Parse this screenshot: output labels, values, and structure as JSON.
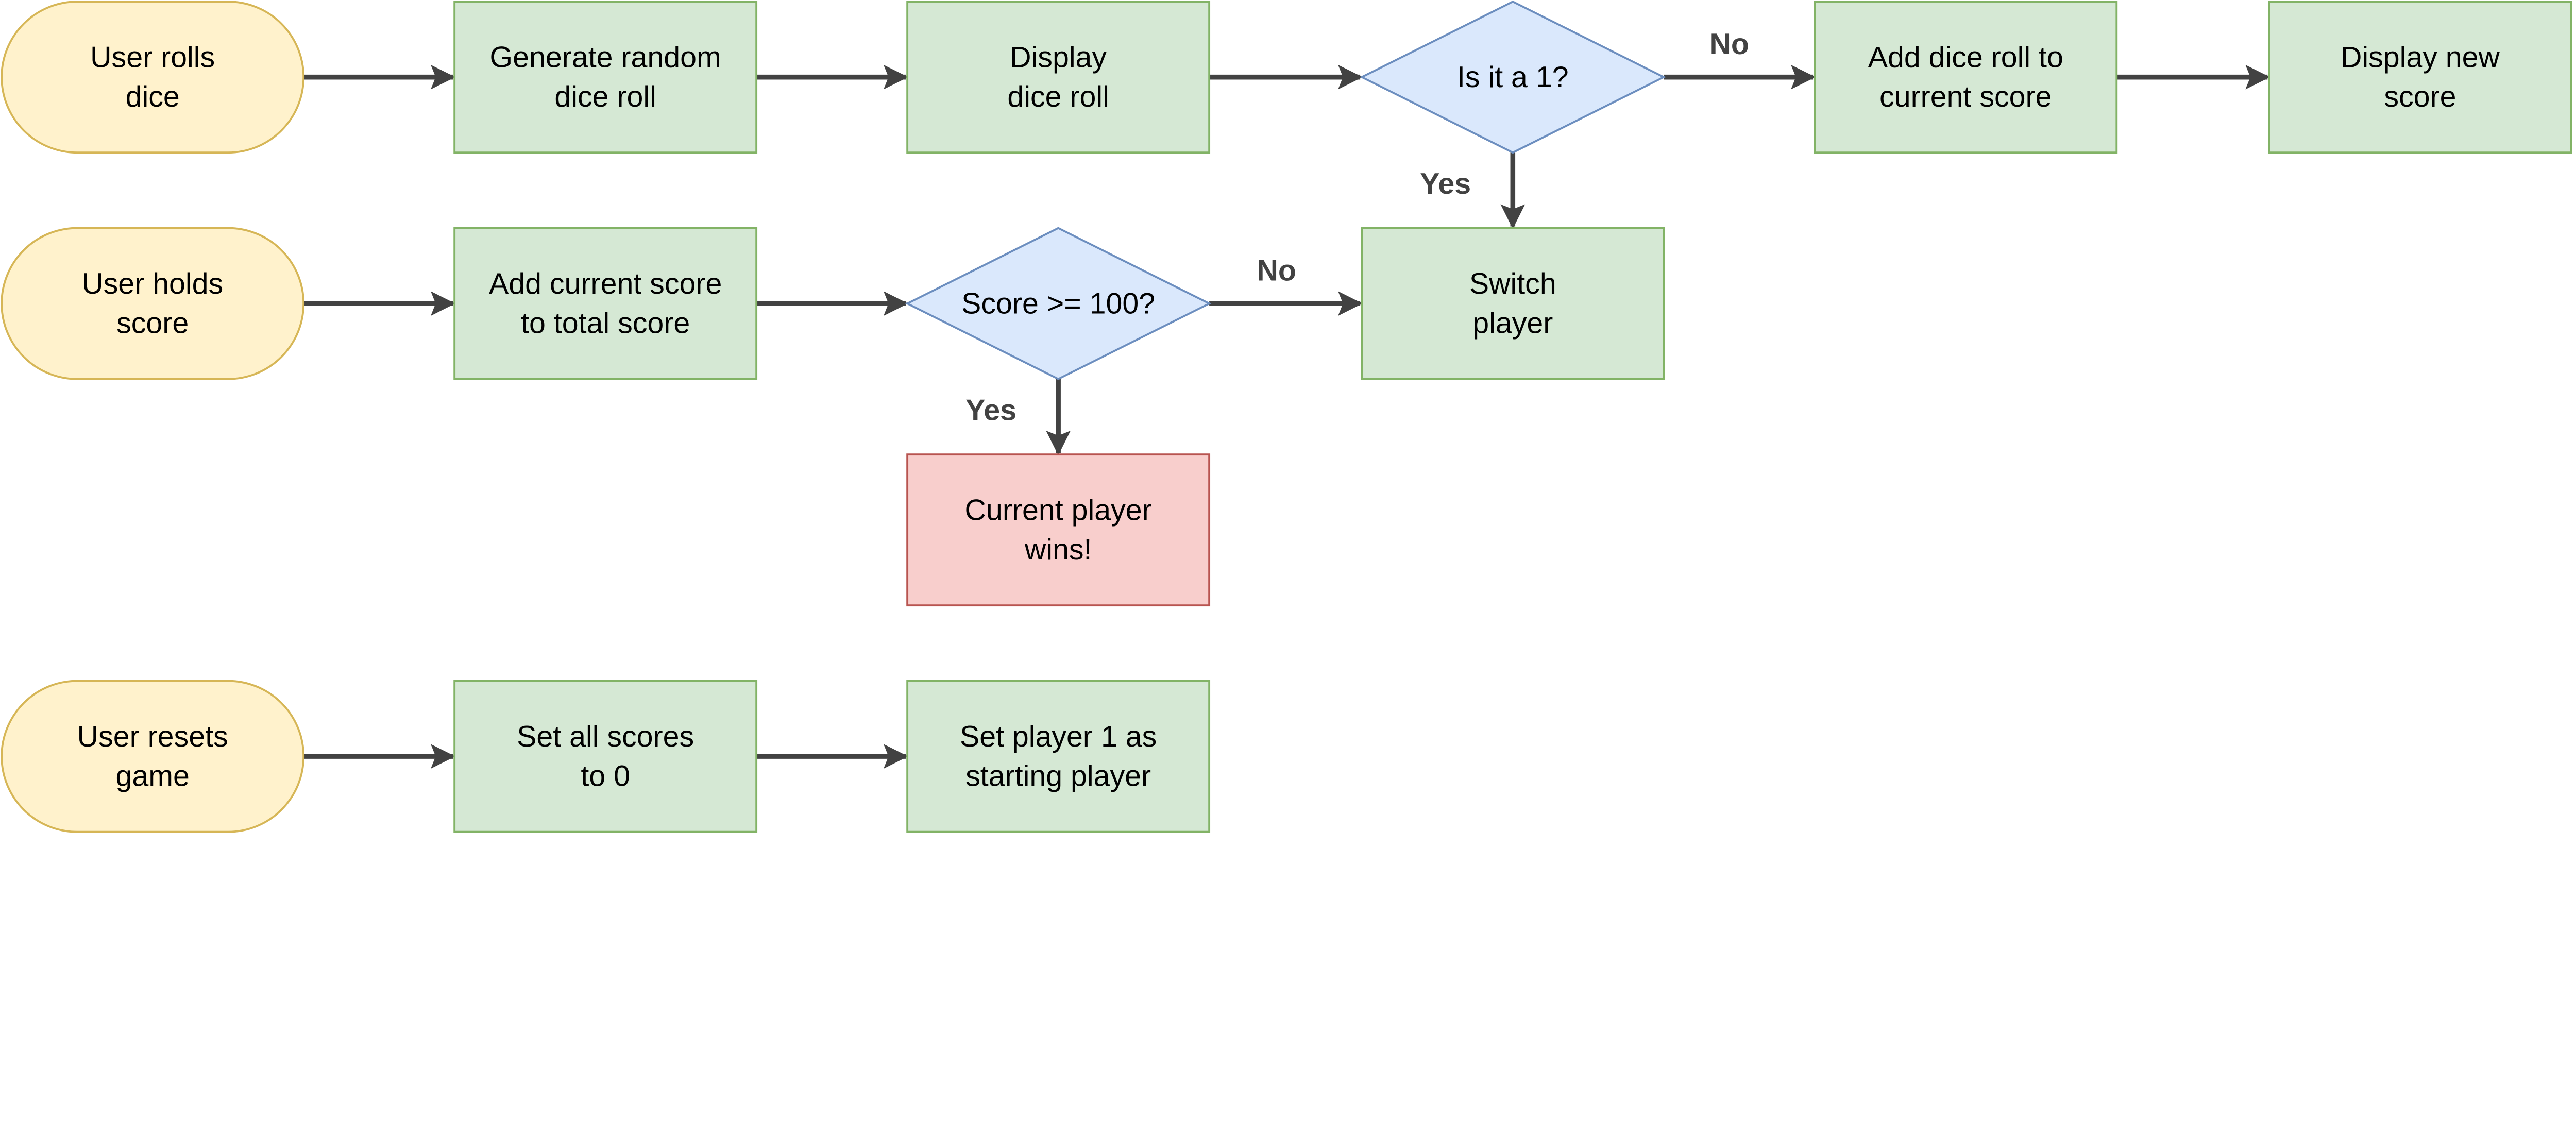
{
  "colors": {
    "terminator_fill": "#fff2cc",
    "terminator_stroke": "#d6b656",
    "process_fill": "#d5e8d4",
    "process_stroke": "#82b366",
    "decision_fill": "#dae8fc",
    "decision_stroke": "#6c8ebf",
    "end_fill": "#f8cecc",
    "end_stroke": "#b85450",
    "arrow": "#424242"
  },
  "nodes": [
    {
      "id": "roll",
      "shape": "terminator",
      "lines": [
        "User rolls",
        "dice"
      ]
    },
    {
      "id": "gen",
      "shape": "process",
      "lines": [
        "Generate random",
        "dice roll"
      ]
    },
    {
      "id": "display",
      "shape": "process",
      "lines": [
        "Display",
        "dice roll"
      ]
    },
    {
      "id": "is1",
      "shape": "decision",
      "lines": [
        "Is it a 1?"
      ]
    },
    {
      "id": "add",
      "shape": "process",
      "lines": [
        "Add dice roll to",
        "current score"
      ]
    },
    {
      "id": "shownew",
      "shape": "process",
      "lines": [
        "Display new",
        "score"
      ]
    },
    {
      "id": "hold",
      "shape": "terminator",
      "lines": [
        "User holds",
        "score"
      ]
    },
    {
      "id": "addtotal",
      "shape": "process",
      "lines": [
        "Add current score",
        "to total score"
      ]
    },
    {
      "id": "ge100",
      "shape": "decision",
      "lines": [
        "Score >= 100?"
      ]
    },
    {
      "id": "switch",
      "shape": "process",
      "lines": [
        "Switch",
        "player"
      ]
    },
    {
      "id": "wins",
      "shape": "end",
      "lines": [
        "Current player",
        "wins!"
      ]
    },
    {
      "id": "reset",
      "shape": "terminator",
      "lines": [
        "User resets",
        "game"
      ]
    },
    {
      "id": "setzero",
      "shape": "process",
      "lines": [
        "Set all scores",
        "to 0"
      ]
    },
    {
      "id": "setp1",
      "shape": "process",
      "lines": [
        "Set player 1 as",
        "starting player"
      ]
    }
  ],
  "edges": [
    {
      "from": "roll",
      "to": "gen",
      "label": ""
    },
    {
      "from": "gen",
      "to": "display",
      "label": ""
    },
    {
      "from": "display",
      "to": "is1",
      "label": ""
    },
    {
      "from": "is1",
      "to": "add",
      "label": "No"
    },
    {
      "from": "add",
      "to": "shownew",
      "label": ""
    },
    {
      "from": "is1",
      "to": "switch",
      "label": "Yes"
    },
    {
      "from": "hold",
      "to": "addtotal",
      "label": ""
    },
    {
      "from": "addtotal",
      "to": "ge100",
      "label": ""
    },
    {
      "from": "ge100",
      "to": "switch",
      "label": "No"
    },
    {
      "from": "ge100",
      "to": "wins",
      "label": "Yes"
    },
    {
      "from": "reset",
      "to": "setzero",
      "label": ""
    },
    {
      "from": "setzero",
      "to": "setp1",
      "label": ""
    }
  ]
}
